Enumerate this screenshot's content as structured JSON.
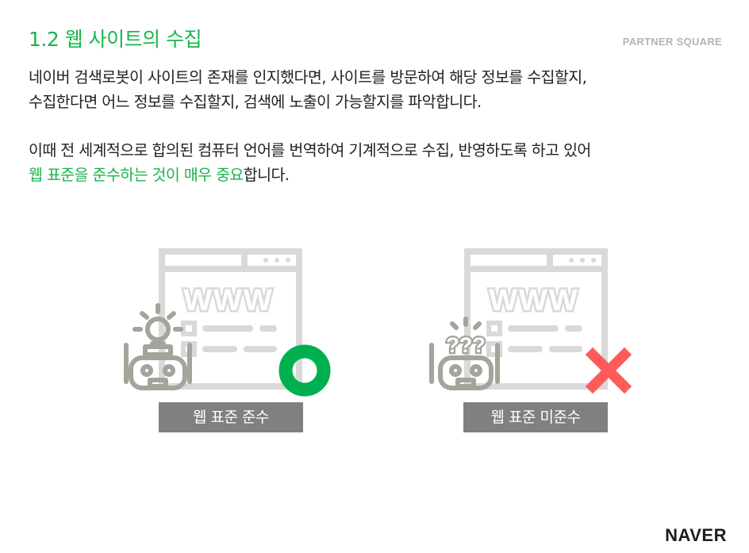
{
  "header": {
    "title": "1.2 웹 사이트의 수집",
    "brand_small": "PARTNER SQUARE"
  },
  "body": {
    "paragraph1_line1": "네이버 검색로봇이 사이트의 존재를 인지했다면, 사이트를 방문하여 해당 정보를 수집할지,",
    "paragraph1_line2": "수집한다면 어느 정보를 수집할지, 검색에 노출이 가능할지를 파악합니다.",
    "paragraph2_line1": "이때 전 세계적으로 합의된 컴퓨터 언어를 번역하여 기계적으로 수집, 반영하도록 하고 있어",
    "paragraph2_highlight": "웹 표준을 준수하는 것이 매우 중요",
    "paragraph2_tail": "합니다."
  },
  "illustrations": {
    "left": {
      "window_text": "WWW",
      "label": "웹 표준 준수",
      "status_icon": "circle-o-icon",
      "robot_icon": "lightbulb-robot-icon"
    },
    "right": {
      "window_text": "WWW",
      "robot_text": "???",
      "label": "웹 표준 미준수",
      "status_icon": "x-cross-icon",
      "robot_icon": "confused-robot-icon"
    }
  },
  "footer": {
    "logo": "NAVER"
  },
  "colors": {
    "accent_green": "#1ab54a",
    "ok_green": "#00b050",
    "error_red": "#ff5b5b",
    "line_gray": "#d9d9d9",
    "robot_gray": "#a4a49a",
    "label_gray": "#808080"
  }
}
